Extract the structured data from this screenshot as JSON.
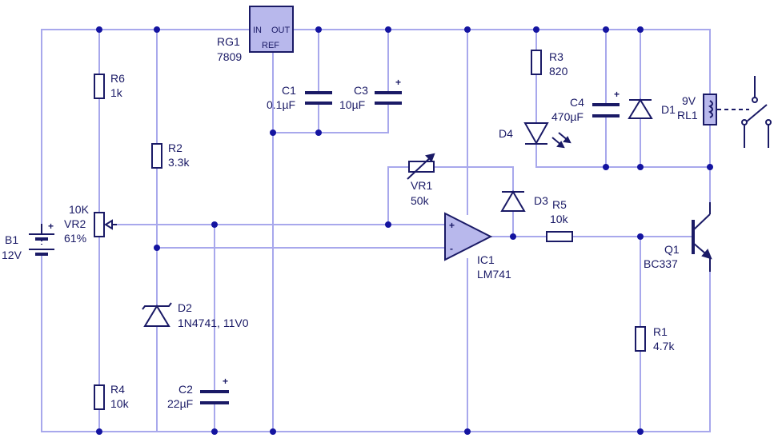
{
  "components": {
    "b1": {
      "ref": "B1",
      "value": "12V",
      "plus": "+"
    },
    "r6": {
      "ref": "R6",
      "value": "1k"
    },
    "r4": {
      "ref": "R4",
      "value": "10k"
    },
    "vr2": {
      "ref": "VR2",
      "value": "10K",
      "setting": "61%"
    },
    "r2": {
      "ref": "R2",
      "value": "3.3k"
    },
    "d2": {
      "ref": "D2",
      "value": "1N4741, 11V0"
    },
    "c2": {
      "ref": "C2",
      "value": "22µF",
      "plus": "+"
    },
    "rg1": {
      "ref": "RG1",
      "value": "7809",
      "pin_in": "IN",
      "pin_out": "OUT",
      "pin_ref": "REF"
    },
    "c1": {
      "ref": "C1",
      "value": "0.1µF"
    },
    "c3": {
      "ref": "C3",
      "value": "10µF",
      "plus": "+"
    },
    "vr1": {
      "ref": "VR1",
      "value": "50k"
    },
    "ic1": {
      "ref": "IC1",
      "value": "LM741",
      "pin_plus": "+",
      "pin_minus": "-"
    },
    "d3": {
      "ref": "D3"
    },
    "r5": {
      "ref": "R5",
      "value": "10k"
    },
    "r3": {
      "ref": "R3",
      "value": "820"
    },
    "d4": {
      "ref": "D4"
    },
    "c4": {
      "ref": "C4",
      "value": "470µF",
      "plus": "+"
    },
    "d1": {
      "ref": "D1"
    },
    "rl1": {
      "ref": "RL1",
      "value": "9V"
    },
    "q1": {
      "ref": "Q1",
      "value": "BC337"
    },
    "r1": {
      "ref": "R1",
      "value": "4.7k"
    }
  }
}
